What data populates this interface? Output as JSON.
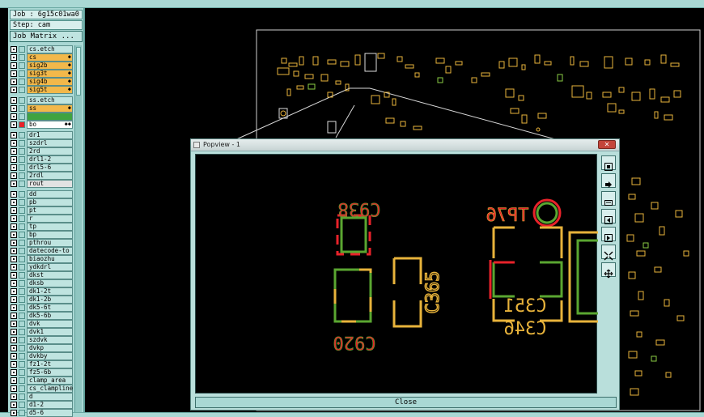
{
  "sidebar": {
    "job": "Job : 6g15c01wa0",
    "step": "Step: cam",
    "matrix_button": "Job Matrix ...",
    "layers": [
      {
        "name": "cs.etch",
        "fill": "#bfe4e0",
        "square": "#a9d8d4",
        "arrow": ""
      },
      {
        "name": "cs",
        "fill": "#f2b84a",
        "square": "#a9d8d4",
        "arrow": "◆"
      },
      {
        "name": "sig2b",
        "fill": "#f2b84a",
        "square": "#a9d8d4",
        "arrow": "◆"
      },
      {
        "name": "sig3t",
        "fill": "#f2b84a",
        "square": "#a9d8d4",
        "arrow": "◆"
      },
      {
        "name": "sig4b",
        "fill": "#f2b84a",
        "square": "#a9d8d4",
        "arrow": "◆"
      },
      {
        "name": "sig5t",
        "fill": "#f2b84a",
        "square": "#a9d8d4",
        "arrow": "◆"
      },
      {
        "name": "ss.etch",
        "fill": "#bfe4e0",
        "square": "#a9d8d4",
        "arrow": ""
      },
      {
        "name": "ss",
        "fill": "#f2b84a",
        "square": "#a9d8d4",
        "arrow": "◆"
      },
      {
        "name": "",
        "fill": "#3fa340",
        "square": "#a9d8d4",
        "arrow": ""
      },
      {
        "name": "bo",
        "fill": "#ffffff",
        "square": "#e8222a",
        "arrow": "◆◆"
      },
      {
        "name": "dr1",
        "fill": "#bfe4e0",
        "square": "#a9d8d4",
        "arrow": ""
      },
      {
        "name": "szdrl",
        "fill": "#bfe4e0",
        "square": "#a9d8d4",
        "arrow": ""
      },
      {
        "name": "2rd",
        "fill": "#bfe4e0",
        "square": "#a9d8d4",
        "arrow": ""
      },
      {
        "name": "drl1-2",
        "fill": "#bfe4e0",
        "square": "#a9d8d4",
        "arrow": ""
      },
      {
        "name": "drl5-6",
        "fill": "#bfe4e0",
        "square": "#a9d8d4",
        "arrow": ""
      },
      {
        "name": "2rdl",
        "fill": "#bfe4e0",
        "square": "#a9d8d4",
        "arrow": ""
      },
      {
        "name": "rout",
        "fill": "#e2e2e2",
        "square": "#a9d8d4",
        "arrow": ""
      },
      {
        "name": "dd",
        "fill": "#bfe4e0",
        "square": "#a9d8d4",
        "arrow": ""
      },
      {
        "name": "pb",
        "fill": "#bfe4e0",
        "square": "#a9d8d4",
        "arrow": ""
      },
      {
        "name": "pt",
        "fill": "#bfe4e0",
        "square": "#a9d8d4",
        "arrow": ""
      },
      {
        "name": "r",
        "fill": "#bfe4e0",
        "square": "#a9d8d4",
        "arrow": ""
      },
      {
        "name": "tp",
        "fill": "#bfe4e0",
        "square": "#a9d8d4",
        "arrow": ""
      },
      {
        "name": "bp",
        "fill": "#bfe4e0",
        "square": "#a9d8d4",
        "arrow": ""
      },
      {
        "name": "pthrou",
        "fill": "#bfe4e0",
        "square": "#a9d8d4",
        "arrow": ""
      },
      {
        "name": "datecode-to",
        "fill": "#bfe4e0",
        "square": "#a9d8d4",
        "arrow": ""
      },
      {
        "name": "biaozhu",
        "fill": "#bfe4e0",
        "square": "#a9d8d4",
        "arrow": ""
      },
      {
        "name": "ydkdrl",
        "fill": "#bfe4e0",
        "square": "#a9d8d4",
        "arrow": ""
      },
      {
        "name": "dkst",
        "fill": "#bfe4e0",
        "square": "#a9d8d4",
        "arrow": ""
      },
      {
        "name": "dksb",
        "fill": "#bfe4e0",
        "square": "#a9d8d4",
        "arrow": ""
      },
      {
        "name": "dk1-2t",
        "fill": "#bfe4e0",
        "square": "#a9d8d4",
        "arrow": ""
      },
      {
        "name": "dk1-2b",
        "fill": "#bfe4e0",
        "square": "#a9d8d4",
        "arrow": ""
      },
      {
        "name": "dk5-6t",
        "fill": "#bfe4e0",
        "square": "#a9d8d4",
        "arrow": ""
      },
      {
        "name": "dk5-6b",
        "fill": "#bfe4e0",
        "square": "#a9d8d4",
        "arrow": ""
      },
      {
        "name": "dvk",
        "fill": "#bfe4e0",
        "square": "#a9d8d4",
        "arrow": ""
      },
      {
        "name": "dvk1",
        "fill": "#bfe4e0",
        "square": "#a9d8d4",
        "arrow": ""
      },
      {
        "name": "szdvk",
        "fill": "#bfe4e0",
        "square": "#a9d8d4",
        "arrow": ""
      },
      {
        "name": "dvkp",
        "fill": "#bfe4e0",
        "square": "#a9d8d4",
        "arrow": ""
      },
      {
        "name": "dvkby",
        "fill": "#bfe4e0",
        "square": "#a9d8d4",
        "arrow": ""
      },
      {
        "name": "fz1-2t",
        "fill": "#bfe4e0",
        "square": "#a9d8d4",
        "arrow": ""
      },
      {
        "name": "fz5-6b",
        "fill": "#bfe4e0",
        "square": "#a9d8d4",
        "arrow": ""
      },
      {
        "name": "clamp_area",
        "fill": "#bfe4e0",
        "square": "#a9d8d4",
        "arrow": ""
      },
      {
        "name": "cs_clampline",
        "fill": "#bfe4e0",
        "square": "#a9d8d4",
        "arrow": ""
      },
      {
        "name": "d",
        "fill": "#bfe4e0",
        "square": "#a9d8d4",
        "arrow": ""
      },
      {
        "name": "d1-2",
        "fill": "#bfe4e0",
        "square": "#a9d8d4",
        "arrow": ""
      },
      {
        "name": "d5-6",
        "fill": "#bfe4e0",
        "square": "#a9d8d4",
        "arrow": ""
      }
    ]
  },
  "popup": {
    "title": "Popview - 1",
    "close_label": "Close",
    "close_x": "✕",
    "labels": {
      "c938": "C938",
      "c920": "C920",
      "c365": "C365",
      "tp76": "TP76",
      "c351": "C351",
      "c346": "C346"
    },
    "tools": [
      "fit-icon",
      "zoom-in-icon",
      "zoom-out-icon",
      "pan-left-icon",
      "pan-right-icon",
      "shrink-icon",
      "expand-icon"
    ]
  },
  "colors": {
    "panel": "#a9d8d4",
    "copper_yellow": "#e8b33b",
    "copper_green": "#5aa631",
    "outline_red": "#e8222a"
  }
}
